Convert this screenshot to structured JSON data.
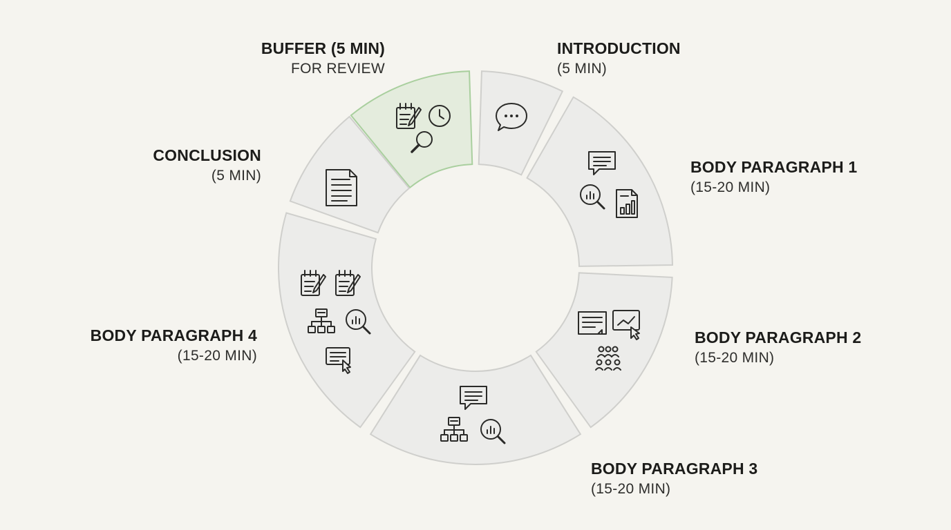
{
  "segments": [
    {
      "id": "buffer",
      "title": "BUFFER (5 MIN)",
      "subtitle": "FOR REVIEW",
      "highlighted": true,
      "icons": [
        "notepad-pencil-icon",
        "clock-icon",
        "magnifier-icon"
      ]
    },
    {
      "id": "introduction",
      "title": "INTRODUCTION",
      "subtitle": "(5 MIN)",
      "highlighted": false,
      "icons": [
        "speech-bubble-icon"
      ]
    },
    {
      "id": "body1",
      "title": "BODY PARAGRAPH 1",
      "subtitle": "(15-20 MIN)",
      "highlighted": false,
      "icons": [
        "comment-lines-icon",
        "magnifier-chart-icon",
        "report-chart-icon"
      ]
    },
    {
      "id": "body2",
      "title": "BODY PARAGRAPH 2",
      "subtitle": "(15-20 MIN)",
      "highlighted": false,
      "icons": [
        "document-icon",
        "presentation-pointer-icon",
        "audience-icon"
      ]
    },
    {
      "id": "body3",
      "title": "BODY PARAGRAPH 3",
      "subtitle": "(15-20 MIN)",
      "highlighted": false,
      "icons": [
        "comment-lines-icon",
        "org-chart-icon",
        "magnifier-chart-icon"
      ]
    },
    {
      "id": "body4",
      "title": "BODY PARAGRAPH 4",
      "subtitle": "(15-20 MIN)",
      "highlighted": false,
      "icons": [
        "notepad-pencil-icon",
        "notepad-pencil-icon",
        "org-chart-icon",
        "magnifier-chart-icon",
        "form-pointer-icon"
      ]
    },
    {
      "id": "conclusion",
      "title": "CONCLUSION",
      "subtitle": "(5 MIN)",
      "highlighted": false,
      "icons": [
        "document-lines-icon"
      ]
    }
  ],
  "colors": {
    "background": "#f5f4ef",
    "segment_fill": "#ececea",
    "segment_stroke": "#cfcfcc",
    "highlight_fill": "#e4ecdd",
    "highlight_stroke": "#a9cf9e",
    "text": "#1c1c1a"
  }
}
